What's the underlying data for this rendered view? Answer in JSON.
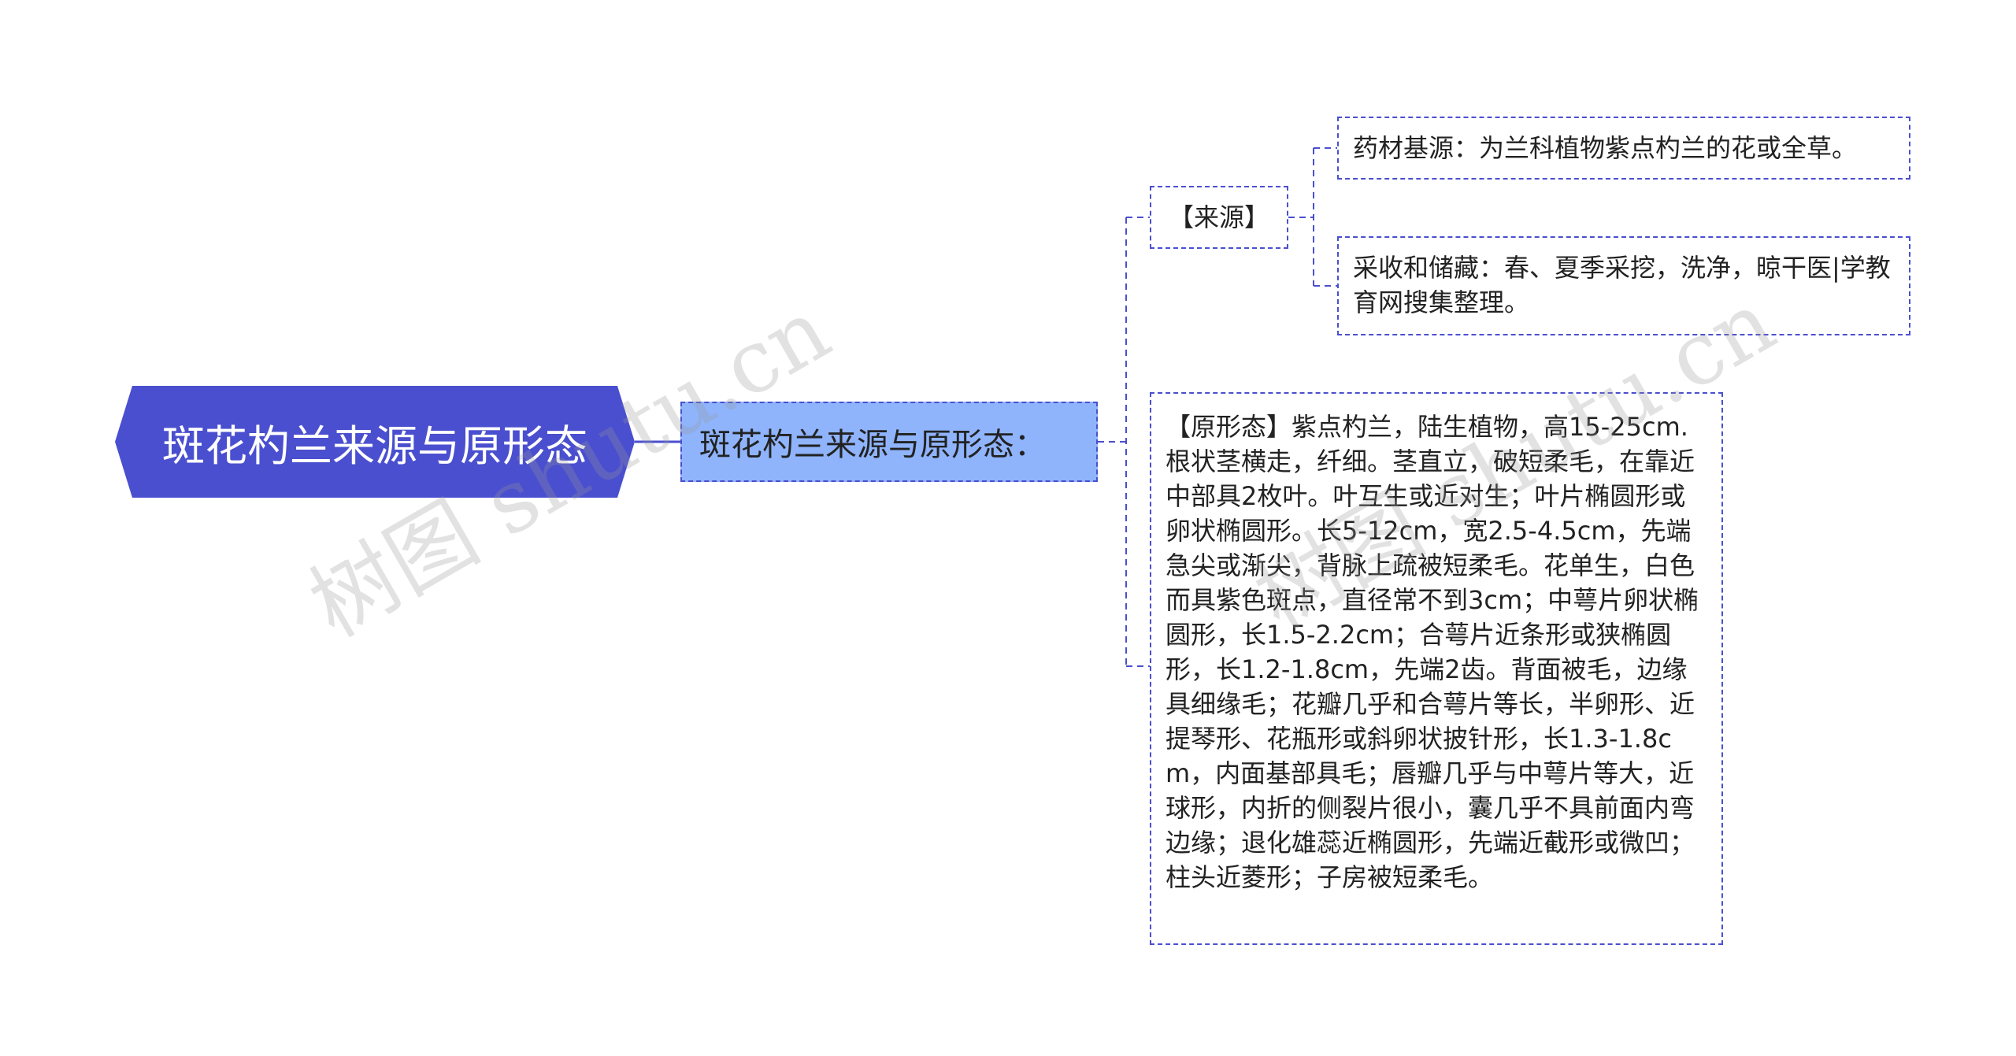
{
  "colors": {
    "root_fill": "#4a4fcf",
    "sub_fill": "#8fb4fc",
    "connector": "#4a4fcf",
    "border": "#4a4fcf"
  },
  "root": {
    "label": "斑花杓兰来源与原形态"
  },
  "branch": {
    "label": "斑花杓兰来源与原形态："
  },
  "source": {
    "label": "【来源】",
    "basis": "药材基源：为兰科植物紫点杓兰的花或全草。",
    "harvest": "采收和储藏：春、夏季采挖，洗净，晾干医|学教育网搜集整理。"
  },
  "morphology": {
    "text": "【原形态】紫点杓兰，陆生植物，高15-25cm.根状茎横走，纤细。茎直立，破短柔毛，在靠近中部具2枚叶。叶互生或近对生；叶片椭圆形或卵状椭圆形。长5-12cm，宽2.5-4.5cm，先端急尖或渐尖，背脉上疏被短柔毛。花单生，白色而具紫色斑点，直径常不到3cm；中萼片卵状椭圆形，长1.5-2.2cm；合萼片近条形或狭椭圆形，长1.2-1.8cm，先端2齿。背面被毛，边缘具细缘毛；花瓣几乎和合萼片等长，半卵形、近提琴形、花瓶形或斜卵状披针形，长1.3-1.8cm，内面基部具毛；唇瓣几乎与中萼片等大，近球形，内折的侧裂片很小，囊几乎不具前面内弯边缘；退化雄蕊近椭圆形，先端近截形或微凹；柱头近菱形；子房被短柔毛。"
  },
  "watermarks": [
    "树图 shutu.cn",
    "树图 shutu.cn"
  ]
}
